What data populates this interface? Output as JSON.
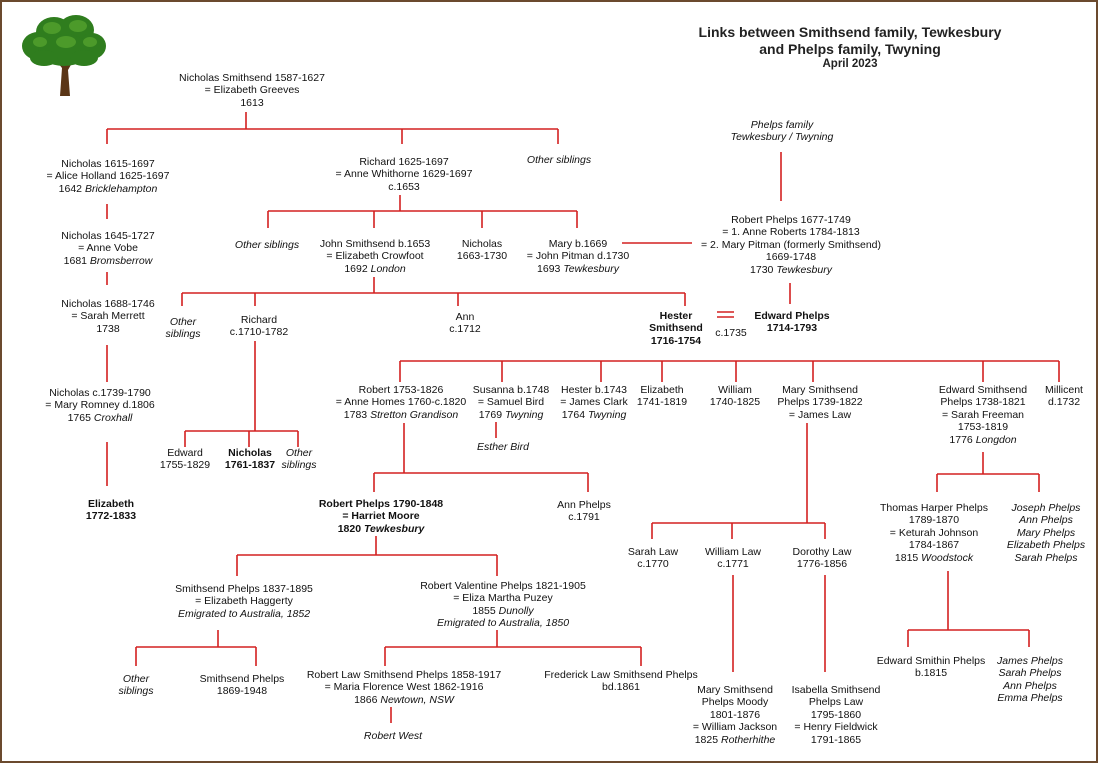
{
  "title": {
    "line1": "Links between Smithsend family, Tewkesbury",
    "line2": "and Phelps family, Twyning",
    "date": "April 2023"
  },
  "colors": {
    "line": "#d42020",
    "border": "#6b4a2e",
    "tree_leaf": "#2f7d1e",
    "tree_trunk": "#5a3516"
  },
  "logo": {
    "icon": "tree-icon"
  },
  "nodes": {
    "nicholas1587": [
      "Nicholas Smithsend 1587-1627",
      "= Elizabeth Greeves",
      "1613"
    ],
    "nicholas1615": [
      "Nicholas 1615-1697",
      "= Alice Holland 1625-1697",
      "1642 ",
      "Bricklehampton"
    ],
    "richard1625": [
      "Richard 1625-1697",
      "= Anne Whithorne 1629-1697",
      "c.1653"
    ],
    "other_siblings_1": "Other siblings",
    "phelps_family": [
      "Phelps family",
      "Tewkesbury / Twyning"
    ],
    "nicholas1645": [
      "Nicholas 1645-1727",
      "= Anne Vobe",
      "1681 ",
      "Bromsberrow"
    ],
    "other_siblings_2": "Other siblings",
    "john1653": [
      "John Smithsend b.1653",
      "= Elizabeth Crowfoot",
      "1692 ",
      "London"
    ],
    "nicholas1663": [
      "Nicholas",
      "1663-1730"
    ],
    "mary1669": [
      "Mary b.1669",
      "= John Pitman d.1730",
      "1693 ",
      "Tewkesbury"
    ],
    "robert1677": [
      "Robert Phelps 1677-1749",
      "= 1. Anne Roberts 1784-1813",
      "= 2. Mary Pitman (formerly Smithsend)",
      "1669-1748",
      "1730 ",
      "Tewkesbury"
    ],
    "nicholas1688": [
      "Nicholas 1688-1746",
      "= Sarah Merrett",
      "1738"
    ],
    "other_siblings_3": [
      "Other",
      "siblings"
    ],
    "richard1710": [
      "Richard",
      "c.1710-1782"
    ],
    "ann1712": [
      "Ann",
      "c.1712"
    ],
    "hester1716": [
      "Hester",
      "Smithsend",
      "1716-1754"
    ],
    "marriage_date": "c.1735",
    "edward1714": [
      "Edward Phelps",
      "1714-1793"
    ],
    "nicholas1739": [
      "Nicholas c.1739-1790",
      "= Mary Romney d.1806",
      "1765 ",
      "Croxhall"
    ],
    "robert1753": [
      "Robert 1753-1826",
      "= Anne Homes 1760-c.1820",
      "1783 ",
      "Stretton Grandison"
    ],
    "susanna1748": [
      "Susanna b.1748",
      "= Samuel Bird",
      "1769 ",
      "Twyning"
    ],
    "hester1743": [
      "Hester b.1743",
      "= James Clark",
      "1764 ",
      "Twyning"
    ],
    "elizabeth1741": [
      "Elizabeth",
      "1741-1819"
    ],
    "william1740": [
      "William",
      "1740-1825"
    ],
    "mary1739": [
      "Mary Smithsend",
      "Phelps 1739-1822",
      "= James Law"
    ],
    "edward1738": [
      "Edward Smithsend",
      "Phelps 1738-1821",
      "= Sarah Freeman",
      "1753-1819",
      "1776 ",
      "Longdon"
    ],
    "millicent": [
      "Millicent",
      "d.1732"
    ],
    "esther_bird": "Esther Bird",
    "edward1755": [
      "Edward",
      "1755-1829"
    ],
    "nicholas1761": [
      "Nicholas",
      "1761-1837"
    ],
    "other_siblings_4": [
      "Other",
      "siblings"
    ],
    "elizabeth1772": [
      "Elizabeth",
      "1772-1833"
    ],
    "robert1790": [
      "Robert Phelps 1790-1848",
      "= Harriet Moore",
      "1820 ",
      "Tewkesbury"
    ],
    "ann1791": [
      "Ann Phelps",
      "c.1791"
    ],
    "sarah1770": [
      "Sarah Law",
      "c.1770"
    ],
    "william1771": [
      "William Law",
      "c.1771"
    ],
    "dorothy1776": [
      "Dorothy Law",
      "1776-1856"
    ],
    "thomas1789": [
      "Thomas Harper Phelps",
      "1789-1870",
      "= Keturah Johnson",
      "1784-1867",
      "1815 ",
      "Woodstock"
    ],
    "joseph_group": [
      "Joseph Phelps",
      "Ann Phelps",
      "Mary Phelps",
      "Elizabeth Phelps",
      "Sarah Phelps"
    ],
    "smithsend1837": [
      "Smithsend Phelps 1837-1895",
      "= Elizabeth Haggerty",
      "Emigrated to Australia, 1852"
    ],
    "robertv1821": [
      "Robert Valentine Phelps 1821-1905",
      "= Eliza Martha Puzey",
      "1855 ",
      "Dunolly",
      "Emigrated to Australia, 1850"
    ],
    "edward1815": [
      "Edward Smithin Phelps",
      "b.1815"
    ],
    "james_group": [
      "James Phelps",
      "Sarah Phelps",
      "Ann Phelps",
      "Emma Phelps"
    ],
    "other_siblings_5": [
      "Other",
      "siblings"
    ],
    "smithsend1869": [
      "Smithsend Phelps",
      "1869-1948"
    ],
    "robertlaw1858": [
      "Robert Law Smithsend Phelps 1858-1917",
      "= Maria Florence West 1862-1916",
      "1866 ",
      "Newtown, NSW"
    ],
    "frederick1861": [
      "Frederick Law Smithsend Phelps",
      "bd.1861"
    ],
    "mary1801": [
      "Mary Smithsend",
      "Phelps Moody",
      "1801-1876",
      "= William Jackson",
      "1825 ",
      "Rotherhithe"
    ],
    "isabella1795": [
      "Isabella Smithsend",
      "Phelps Law",
      "1795-1860",
      "= Henry Fieldwick",
      "1791-1865"
    ],
    "robert_west": "Robert West"
  }
}
